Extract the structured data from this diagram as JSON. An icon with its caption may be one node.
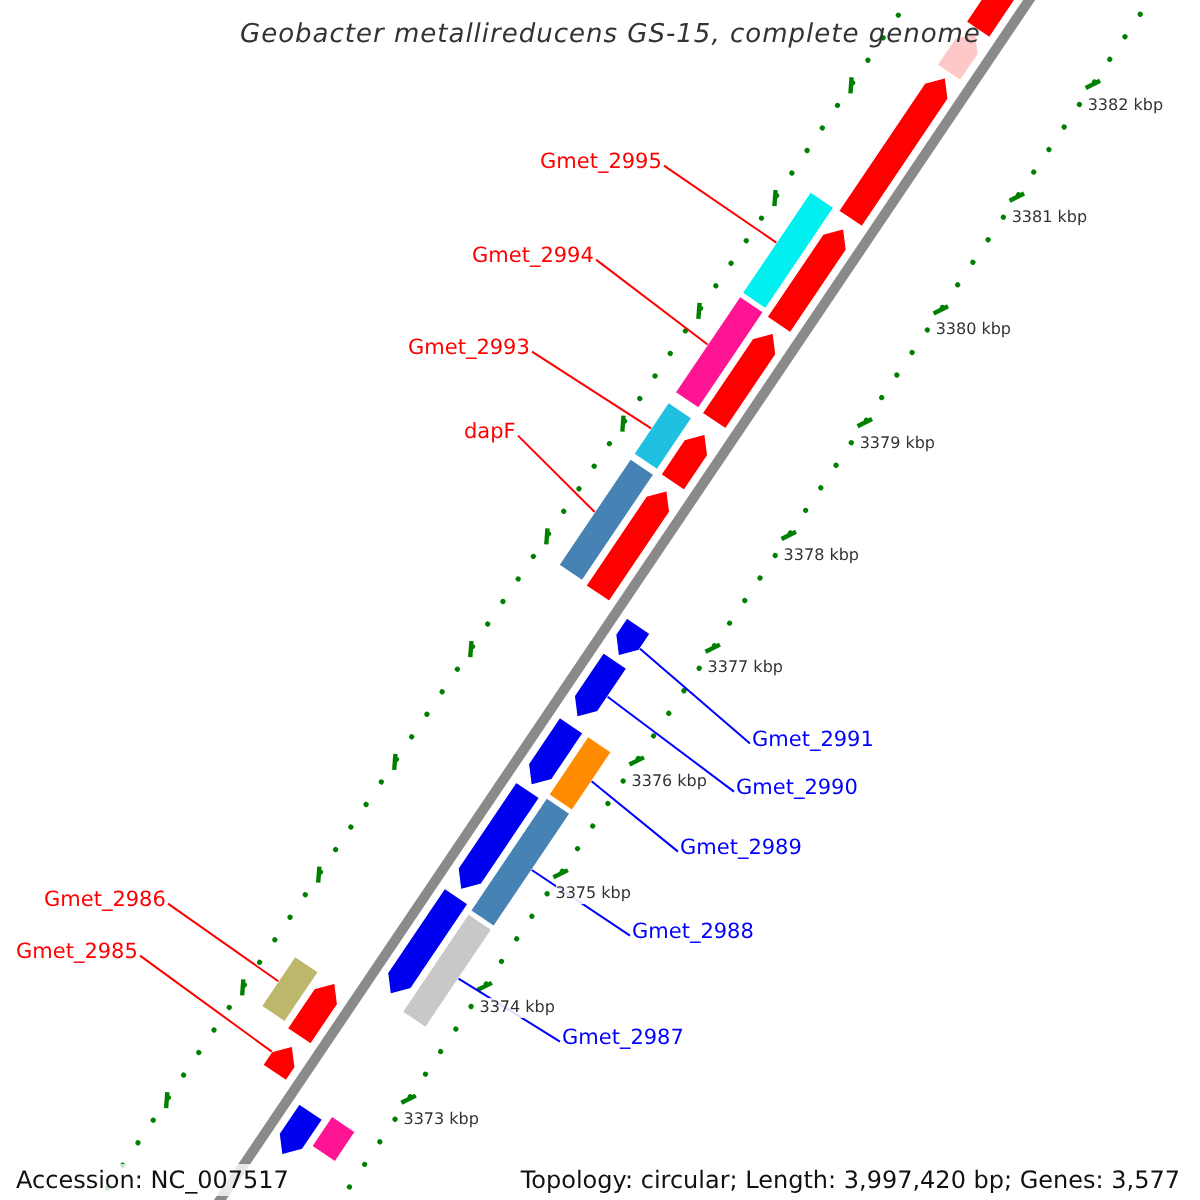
{
  "diagram": {
    "title": "Geobacter metallireducens GS-15, complete genome",
    "nodes": [
      {
        "text": [
          "Gmet_2995"
        ]
      },
      {
        "text": [],
        "shape": "bar"
      },
      {
        "text": [
          "Gmet_2994"
        ]
      },
      {
        "text": [],
        "shape": "bar"
      },
      {
        "text": [
          "Gmet_2993"
        ]
      },
      {
        "text": [],
        "shape": "bar"
      },
      {
        "text": [
          "dapF"
        ]
      },
      {
        "text": [],
        "shape": "bar"
      },
      {
        "text": [
          "Gmet_2991"
        ]
      },
      {
        "text": [],
        "shape": "bar"
      },
      {
        "text": [
          "Gmet_2990"
        ]
      },
      {
        "text": [],
        "shape": "bar"
      },
      {
        "text": [
          "Gmet_2989"
        ]
      },
      {
        "text": [],
        "shape": "bar"
      },
      {
        "text": [
          "Gmet_2988"
        ]
      },
      {
        "text": [],
        "shape": "bar"
      },
      {
        "text": [
          "Gmet_2987"
        ]
      },
      {
        "text": [],
        "shape": "bar"
      },
      {
        "text": [
          "Gmet_2986"
        ]
      },
      {
        "text": [],
        "shape": "bar"
      },
      {
        "text": [
          "Gmet_2985"
        ]
      },
      {
        "text": [],
        "shape": "bar"
      },
      {
        "text": [],
        "shape": "bar"
      },
      {
        "text": [],
        "shape": "bar"
      },
      {
        "text": [],
        "shape": "bar"
      },
      {
        "text": [],
        "shape": "bar"
      },
      {
        "text": [],
        "shape": "bar"
      },
      {
        "text": [],
        "shape": "bar"
      },
      {
        "text": [],
        "shape": "bar"
      },
      {
        "text": [],
        "shape": "bar"
      },
      {
        "text": [],
        "shape": "bar"
      },
      {
        "text": [],
        "shape": "bar"
      },
      {
        "text": [],
        "shape": "bar"
      },
      {
        "text": [],
        "shape": "bar"
      },
      {
        "text": [],
        "shape": "bar"
      }
    ],
    "edges": [
      {
        "from": 0,
        "to": 1,
        "arrow": "none"
      },
      {
        "from": 2,
        "to": 3,
        "arrow": "none"
      },
      {
        "from": 4,
        "to": 5,
        "arrow": "none"
      },
      {
        "from": 6,
        "to": 7,
        "arrow": "none"
      },
      {
        "from": 8,
        "to": 9,
        "arrow": "none",
        "color": "#0000ff"
      },
      {
        "from": 10,
        "to": 11,
        "arrow": "none",
        "color": "#0000ff"
      },
      {
        "from": 12,
        "to": 13,
        "arrow": "none",
        "color": "#0000ff"
      },
      {
        "from": 14,
        "to": 15,
        "arrow": "none",
        "color": "#0000ff"
      },
      {
        "from": 16,
        "to": 17,
        "arrow": "none",
        "color": "#0000ff"
      },
      {
        "from": 18,
        "to": 19,
        "arrow": "none"
      },
      {
        "from": 20,
        "to": 21,
        "arrow": "none"
      }
    ],
    "labels": [
      "3382 kbp",
      "3381 kbp",
      "3380 kbp",
      "3379 kbp",
      "3378 kbp",
      "3377 kbp",
      "3376 kbp",
      "3375 kbp",
      "3374 kbp",
      "3373 kbp",
      "Accession: NC_007517",
      "Topology: circular; Length: 3,997,420 bp; Genes: 3,577"
    ]
  }
}
